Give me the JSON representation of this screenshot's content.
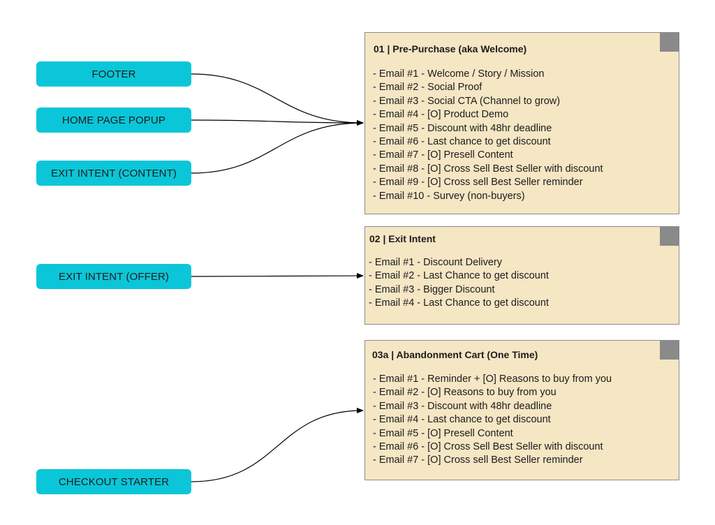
{
  "sources": [
    {
      "label": "FOOTER"
    },
    {
      "label": "HOME PAGE POPUP"
    },
    {
      "label": "EXIT INTENT (CONTENT)"
    },
    {
      "label": "EXIT INTENT (OFFER)"
    },
    {
      "label": "CHECKOUT STARTER"
    }
  ],
  "flows": [
    {
      "title": "01 | Pre-Purchase (aka Welcome)",
      "items": [
        "- Email #1 - Welcome / Story / Mission",
        "- Email #2 - Social Proof",
        "- Email #3 - Social CTA (Channel to grow)",
        "- Email #4 - [O] Product Demo",
        "- Email #5 - Discount with 48hr deadline",
        "- Email #6 - Last chance to get discount",
        "- Email #7 - [O] Presell Content",
        "- Email #8 - [O] Cross Sell Best Seller with discount",
        "- Email #9 - [O] Cross sell Best Seller reminder",
        "- Email #10 - Survey (non-buyers)"
      ]
    },
    {
      "title": "02 | Exit Intent",
      "items": [
        "- Email #1 - Discount Delivery",
        "- Email #2 - Last Chance to get discount",
        "- Email #3 - Bigger Discount",
        "- Email #4 - Last Chance to get discount"
      ]
    },
    {
      "title": "03a | Abandonment Cart (One Time)",
      "items": [
        "- Email #1 - Reminder + [O] Reasons to buy from you",
        "- Email #2 - [O] Reasons to buy from you",
        "- Email #3 - Discount with 48hr deadline",
        "- Email #4 - Last chance to get discount",
        "- Email #5 - [O] Presell Content",
        "- Email #6 - [O] Cross Sell Best Seller with discount",
        "- Email #7 - [O] Cross sell Best Seller reminder"
      ]
    }
  ],
  "colors": {
    "source_fill": "#0bc6d8",
    "note_fill": "#f5e6c4",
    "note_corner": "#8a8a8a",
    "connector": "#000000"
  }
}
